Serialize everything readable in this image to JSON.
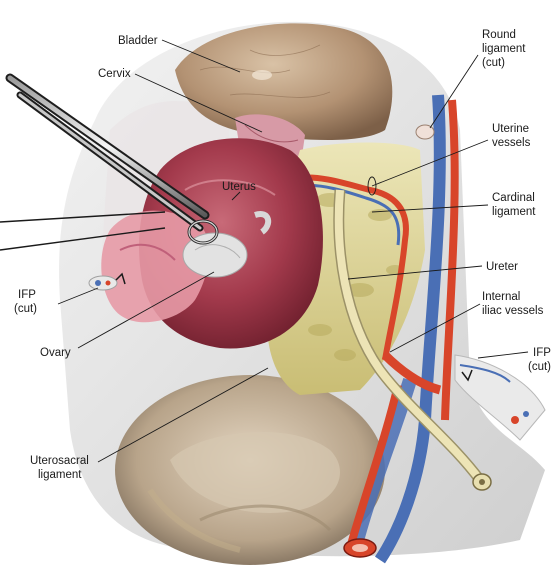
{
  "labels": {
    "bladder": "Bladder",
    "cervix": "Cervix",
    "uterus": "Uterus",
    "round_ligament_1": "Round",
    "round_ligament_2": "ligament",
    "round_ligament_3": "(cut)",
    "uterine_vessels_1": "Uterine",
    "uterine_vessels_2": "vessels",
    "cardinal_ligament_1": "Cardinal",
    "cardinal_ligament_2": "ligament",
    "ureter": "Ureter",
    "internal_iliac_1": "Internal",
    "internal_iliac_2": "iliac vessels",
    "ifp_left_1": "IFP",
    "ifp_left_2": "(cut)",
    "ifp_right_1": "IFP",
    "ifp_right_2": "(cut)",
    "ovary": "Ovary",
    "uterosacral_1": "Uterosacral",
    "uterosacral_2": "ligament"
  },
  "colors": {
    "bladder": "#b89a7c",
    "uterus": "#a8384a",
    "ligament_fat": "#d8cf8c",
    "artery": "#d8452a",
    "vein": "#4a6fb5",
    "ureter": "#e8dfb0",
    "instrument": "#3a3a3a",
    "peritoneum": "#e6e6e6"
  }
}
